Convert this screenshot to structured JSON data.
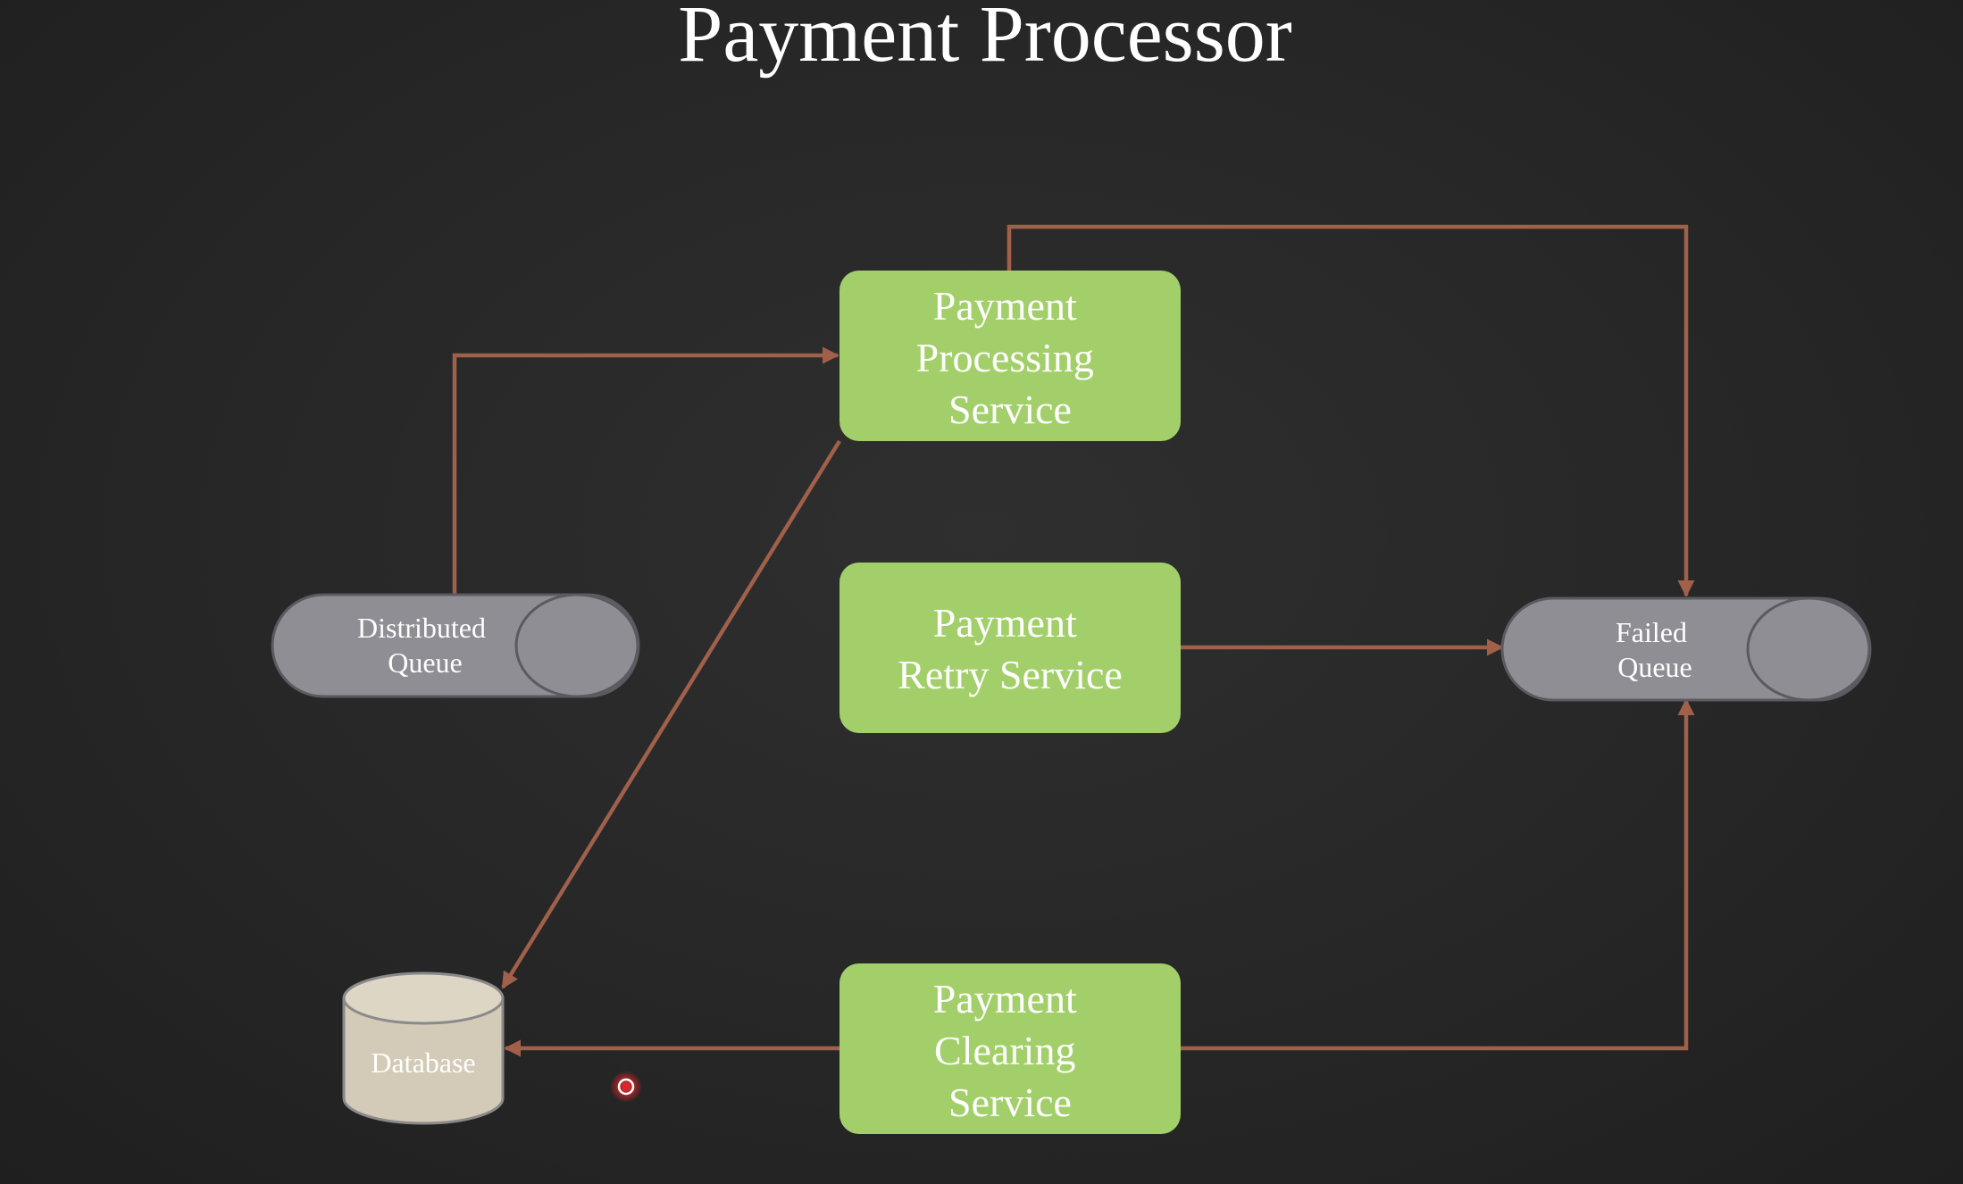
{
  "title": "Payment Processor",
  "colors": {
    "background": "#272727",
    "service_fill": "#a3cf6a",
    "queue_fill": "#8e8e94",
    "database_fill": "#d3cbb8",
    "arrow": "#a0604a",
    "cursor": "#e0242a"
  },
  "nodes": {
    "payment_processing_service": {
      "lines": [
        "Payment",
        "Processing",
        "Service"
      ]
    },
    "payment_retry_service": {
      "lines": [
        "Payment",
        "Retry Service"
      ]
    },
    "payment_clearing_service": {
      "lines": [
        "Payment",
        "Clearing",
        "Service"
      ]
    },
    "distributed_queue": {
      "lines": [
        "Distributed",
        "Queue"
      ]
    },
    "failed_queue": {
      "lines": [
        "Failed",
        "Queue"
      ]
    },
    "database": {
      "label": "Database"
    }
  },
  "edges": [
    {
      "from": "distributed_queue",
      "to": "payment_processing_service"
    },
    {
      "from": "payment_processing_service",
      "to": "failed_queue"
    },
    {
      "from": "payment_processing_service",
      "to": "database"
    },
    {
      "from": "payment_retry_service",
      "to": "failed_queue"
    },
    {
      "from": "payment_clearing_service",
      "to": "database"
    },
    {
      "from": "payment_clearing_service",
      "to": "failed_queue"
    }
  ]
}
